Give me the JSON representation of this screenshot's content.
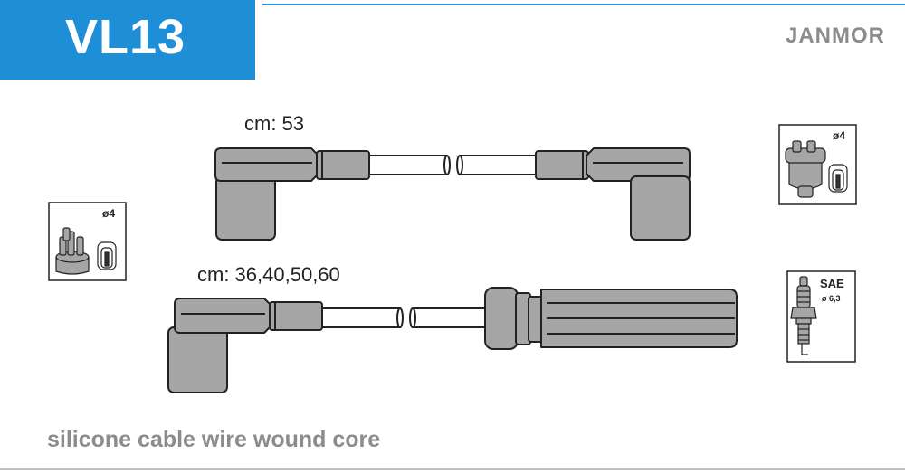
{
  "header": {
    "code": "VL13",
    "brand": "JANMOR",
    "accent_color": "#1e8fd6"
  },
  "cables": [
    {
      "length_label": "cm: 53"
    },
    {
      "length_label": "cm: 36,40,50,60"
    }
  ],
  "distributor_left": {
    "icon": "distributor-cap-icon",
    "diameter_label": "ø4"
  },
  "distributor_right": {
    "icon": "distributor-cap-icon",
    "diameter_label": "ø4"
  },
  "spark_plug": {
    "icon": "spark-plug-icon",
    "standard_label": "SAE",
    "diameter_label": "ø 6,3"
  },
  "footer": {
    "text": "silicone cable wire wound core"
  }
}
